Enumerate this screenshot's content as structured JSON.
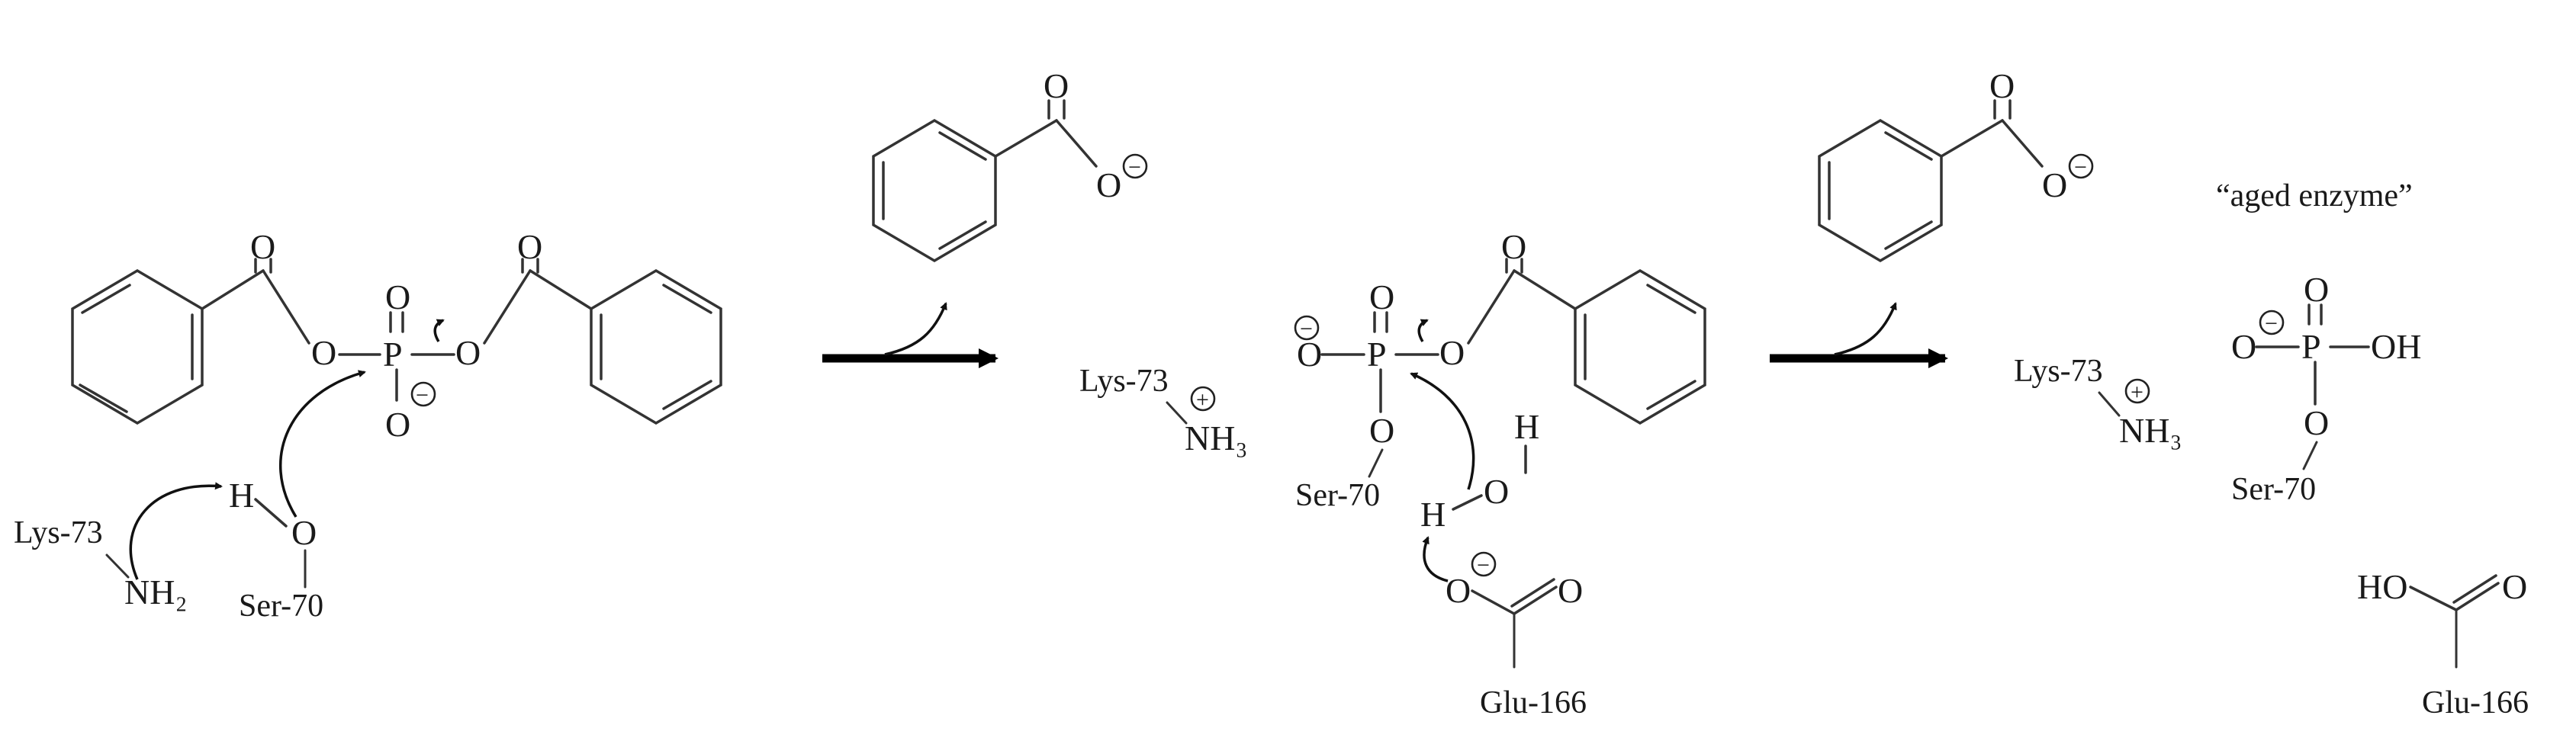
{
  "atoms": {
    "O": "O",
    "P": "P",
    "H": "H",
    "OH": "OH",
    "HO": "HO",
    "NH2": "NH₂",
    "NH3": "NH₃"
  },
  "charges": {
    "minus": "−",
    "plus": "+"
  },
  "residues": {
    "lys": "Lys-73",
    "ser": "Ser-70",
    "glu": "Glu-166"
  },
  "annotation": "“aged enzyme”"
}
